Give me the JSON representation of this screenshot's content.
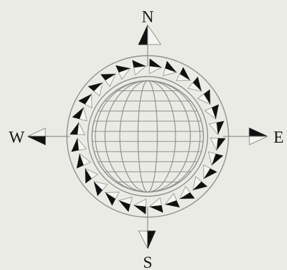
{
  "labels": {
    "north": "N",
    "east": "E",
    "south": "S",
    "west": "W"
  },
  "colors": {
    "background": "#e9ebe4",
    "ink": "#111111",
    "line": "#8f8f8f",
    "pale_fill": "#f4f4f0"
  },
  "icon": "compass-rose-icon",
  "ring_triangle_count": 28,
  "globe": {
    "meridians": 9,
    "parallels": 11
  }
}
